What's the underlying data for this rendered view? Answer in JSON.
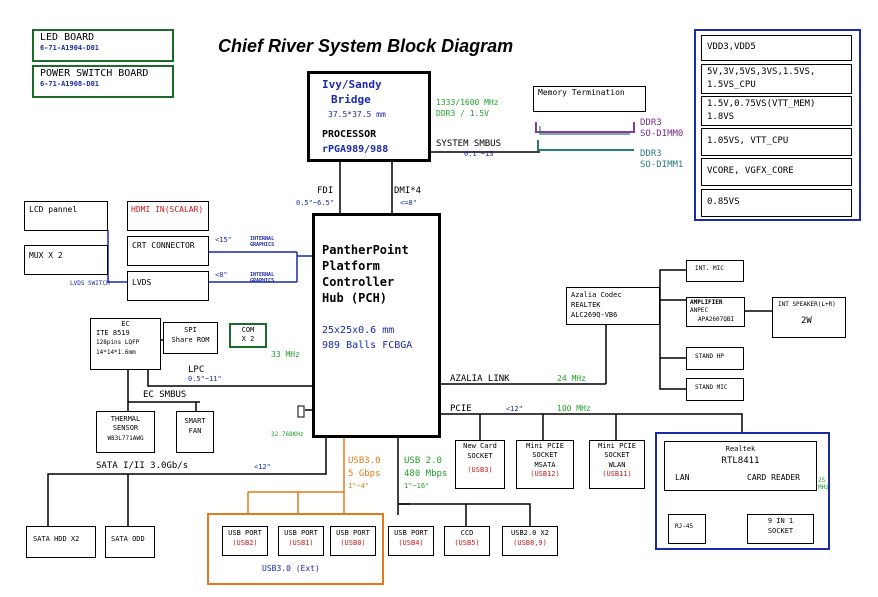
{
  "title": "Chief River System Block Diagram",
  "boards": {
    "led_name": "LED BOARD",
    "led_pn": "6-71-A1904-D01",
    "power_name": "POWER SWITCH BOARD",
    "power_pn": "6-71-A1908-D01"
  },
  "power_rails": [
    "VDD3,VDD5",
    "5V,3V,5VS,3VS,1.5VS,",
    "1.5VS_CPU",
    "1.5V,0.75VS(VTT_MEM)",
    "1.8VS",
    "1.05VS, VTT_CPU",
    "VCORE, VGFX_CORE",
    "0.85VS"
  ],
  "cpu": {
    "line1": "Ivy/Sandy",
    "line2": "Bridge",
    "size": "37.5*37.5 mm",
    "label": "PROCESSOR",
    "package": "rPGA989/988"
  },
  "memory": {
    "speed": "1333/1600 MHz",
    "voltage": "DDR3 / 1.5V",
    "smbus": "SYSTEM SMBUS",
    "smbus_len": "0.1\"~13",
    "termination": "Memory Termination",
    "dimm0_a": "DDR3",
    "dimm0_b": "SO-DIMM0",
    "dimm1_a": "DDR3",
    "dimm1_b": "SO-DIMM1"
  },
  "links": {
    "fdi": "FDI",
    "fdi_len": "0.5\"~6.5\"",
    "dmi": "DMI*4",
    "dmi_len": "<=8\"",
    "clk33": "33 MHz",
    "lpc": "LPC",
    "lpc_len": "0.5\"~11\"",
    "ec_smbus": "EC SMBUS",
    "clk32k": "32.768KHz",
    "sata": "SATA I/II 3.0Gb/s",
    "sata_len": "<12\"",
    "azalia": "AZALIA LINK",
    "azalia_clk": "24 MHz",
    "pcie": "PCIE",
    "pcie_len": "<12\"",
    "pcie_clk": "100 MHz",
    "crt_len": "<15\"",
    "lvds_len": "<8\"",
    "internal_graphics": "INTERNAL GRAPHICS",
    "lvds_switch": "LVDS SWITCH",
    "clk25": "25 MHz"
  },
  "pch": {
    "line1": "PantherPoint",
    "line2": "Platform",
    "line3": "Controller",
    "line4": "Hub (PCH)",
    "size": "25x25x0.6 mm",
    "balls": "989 Balls FCBGA"
  },
  "display": {
    "lcd": "LCD pannel",
    "mux": "MUX X 2",
    "hdmi": "HDMI IN(SCALAR)",
    "crt": "CRT CONNECTOR",
    "lvds": "LVDS"
  },
  "ec": {
    "name": "EC",
    "chip": "ITE 8519",
    "pkg": "128pins LQFP",
    "size": "14*14*1.6mm",
    "spi1": "SPI",
    "spi2": "Share ROM",
    "com1": "COM",
    "com2": "X 2",
    "thermal1": "THERMAL",
    "thermal2": "SENSOR",
    "thermal3": "W83L771AWG",
    "fan1": "SMART",
    "fan2": "FAN"
  },
  "storage": {
    "hdd": "SATA HDD X2",
    "odd": "SATA ODD"
  },
  "usb": {
    "usb3_1": "USB3.0",
    "usb3_2": "5 Gbps",
    "usb3_3": "1\"~4\"",
    "usb2_1": "USB 2.0",
    "usb2_2": "480 Mbps",
    "usb2_3": "1\"~16\"",
    "port": "USB PORT",
    "usb2": "(USB2)",
    "usb1": "(USB1)",
    "usb0": "(USB0)",
    "usb4": "(USB4)",
    "ext": "USB3.0 (Ext)",
    "ccd": "CCD",
    "usb5": "(USB5)",
    "x2": "USB2.0 X2",
    "usb89": "(USB8,9)"
  },
  "audio": {
    "codec1": "Azalia Codec",
    "codec2": "REALTEK",
    "codec3": "ALC269Q-VB6",
    "mic": "INT. MIC",
    "amp1": "AMPLIFIER",
    "amp2": "ANPEC",
    "amp3": "APA2607QBI",
    "spk1": "INT SPEAKER(L+R)",
    "spk2": "2W",
    "hp": "STAND HP",
    "smic": "STAND MIC"
  },
  "pcie_dev": {
    "card1": "New Card",
    "card2": "SOCKET",
    "card3": "(USB3)",
    "msata1": "Mini PCIE",
    "msata2": "SOCKET",
    "msata3": "MSATA",
    "msata4": "(USB12)",
    "wlan1": "Mini PCIE",
    "wlan2": "SOCKET",
    "wlan3": "WLAN",
    "wlan4": "(USB11)"
  },
  "realtek": {
    "name": "Realtek",
    "chip": "RTL8411",
    "lan": "LAN",
    "reader": "CARD READER",
    "rj45": "RJ-45",
    "sock1": "9 IN 1",
    "sock2": "SOCKET"
  }
}
